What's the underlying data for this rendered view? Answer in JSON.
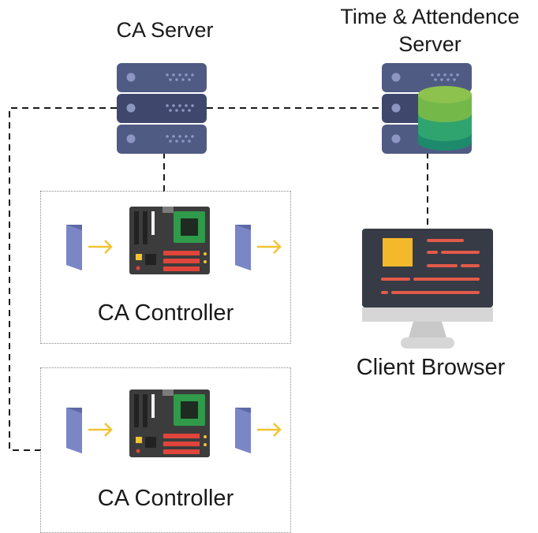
{
  "nodes": {
    "ca_server": {
      "label": "CA Server",
      "icon": "server-rack-icon"
    },
    "ta_server": {
      "label_line1": "Time & Attendence",
      "label_line2": "Server",
      "icon": "database-server-icon"
    },
    "controller_1": {
      "label": "CA Controller",
      "icon": "circuit-board-icon"
    },
    "controller_2": {
      "label": "CA Controller",
      "icon": "circuit-board-icon"
    },
    "client": {
      "label": "Client Browser",
      "icon": "monitor-icon"
    }
  },
  "icons": {
    "door": "door-icon",
    "arrow": "arrow-right-icon"
  },
  "colors": {
    "server_body": "#505b83",
    "server_dots": "#8d96c1",
    "db_top": "#8cc24d",
    "db_mid": "#2fa46f",
    "db_bottom": "#1d8a6b",
    "board": "#3c3c3c",
    "chip": "#2f9a4a",
    "stripe": "#e0453c",
    "door": "#7a86c6",
    "arrow": "#f3c332",
    "monitor_screen": "#363b45",
    "monitor_stand": "#d6d6d6",
    "screen_block": "#f4b92b",
    "screen_lines": "#e25a4a",
    "connector": "#1a1a1a"
  }
}
